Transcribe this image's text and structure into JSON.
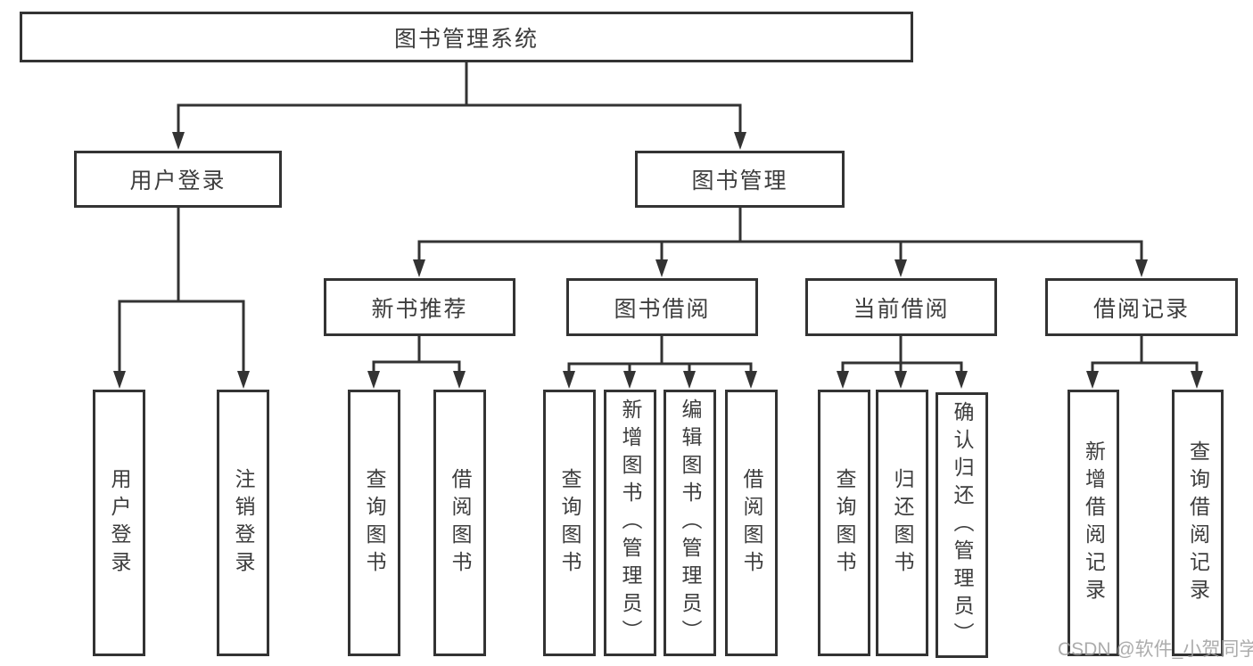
{
  "tree": {
    "label": "图书管理系统",
    "children": [
      {
        "label": "用户登录",
        "children": [
          {
            "label": "用户登录"
          },
          {
            "label": "注销登录"
          }
        ]
      },
      {
        "label": "图书管理",
        "children": [
          {
            "label": "新书推荐",
            "children": [
              {
                "label": "查询图书"
              },
              {
                "label": "借阅图书"
              }
            ]
          },
          {
            "label": "图书借阅",
            "children": [
              {
                "label": "查询图书"
              },
              {
                "label": "新增图书（管理员）"
              },
              {
                "label": "编辑图书（管理员）"
              },
              {
                "label": "借阅图书"
              }
            ]
          },
          {
            "label": "当前借阅",
            "children": [
              {
                "label": "查询图书"
              },
              {
                "label": "归还图书"
              },
              {
                "label": "确认归还（管理员）"
              }
            ]
          },
          {
            "label": "借阅记录",
            "children": [
              {
                "label": "新增借阅记录"
              },
              {
                "label": "查询借阅记录"
              }
            ]
          }
        ]
      }
    ]
  },
  "watermark": {
    "text": "CSDN @软件_小贺同学"
  },
  "colors": {
    "line": "#333333",
    "text": "#3d3d3d",
    "watermark": "#9e9e9e",
    "background": "#ffffff"
  }
}
